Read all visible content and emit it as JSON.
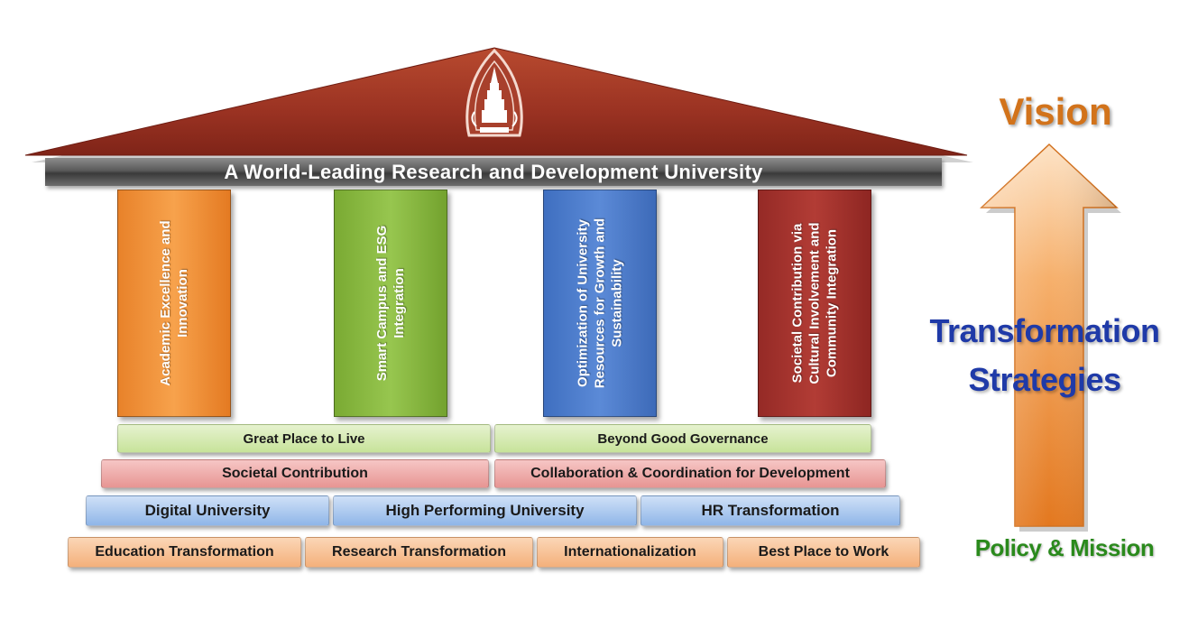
{
  "roof": {
    "banner": "A World-Leading Research and Development University",
    "logo": "university-seal"
  },
  "pillars": [
    {
      "label": "Academic Excellence and Innovation",
      "color": "#f29a43"
    },
    {
      "label": "Smart Campus and ESG Integration",
      "color": "#8dbb45"
    },
    {
      "label": "Optimization of University Resources for Growth and Sustainability",
      "color": "#4f7fcf"
    },
    {
      "label": "Societal Contribution via Cultural Involvement and Community Integration",
      "color": "#a53530"
    }
  ],
  "steps": {
    "row1": [
      "Great Place to Live",
      "Beyond Good Governance"
    ],
    "row2": [
      "Societal Contribution",
      "Collaboration & Coordination for Development"
    ],
    "row3": [
      "Digital University",
      "High Performing University",
      "HR Transformation"
    ],
    "row4": [
      "Education Transformation",
      "Research Transformation",
      "Internationalization",
      "Best Place to Work"
    ]
  },
  "side": {
    "vision": "Vision",
    "strategies_line1": "Transformation",
    "strategies_line2": "Strategies",
    "policy": "Policy & Mission",
    "arrow_color": "#f28c36"
  }
}
